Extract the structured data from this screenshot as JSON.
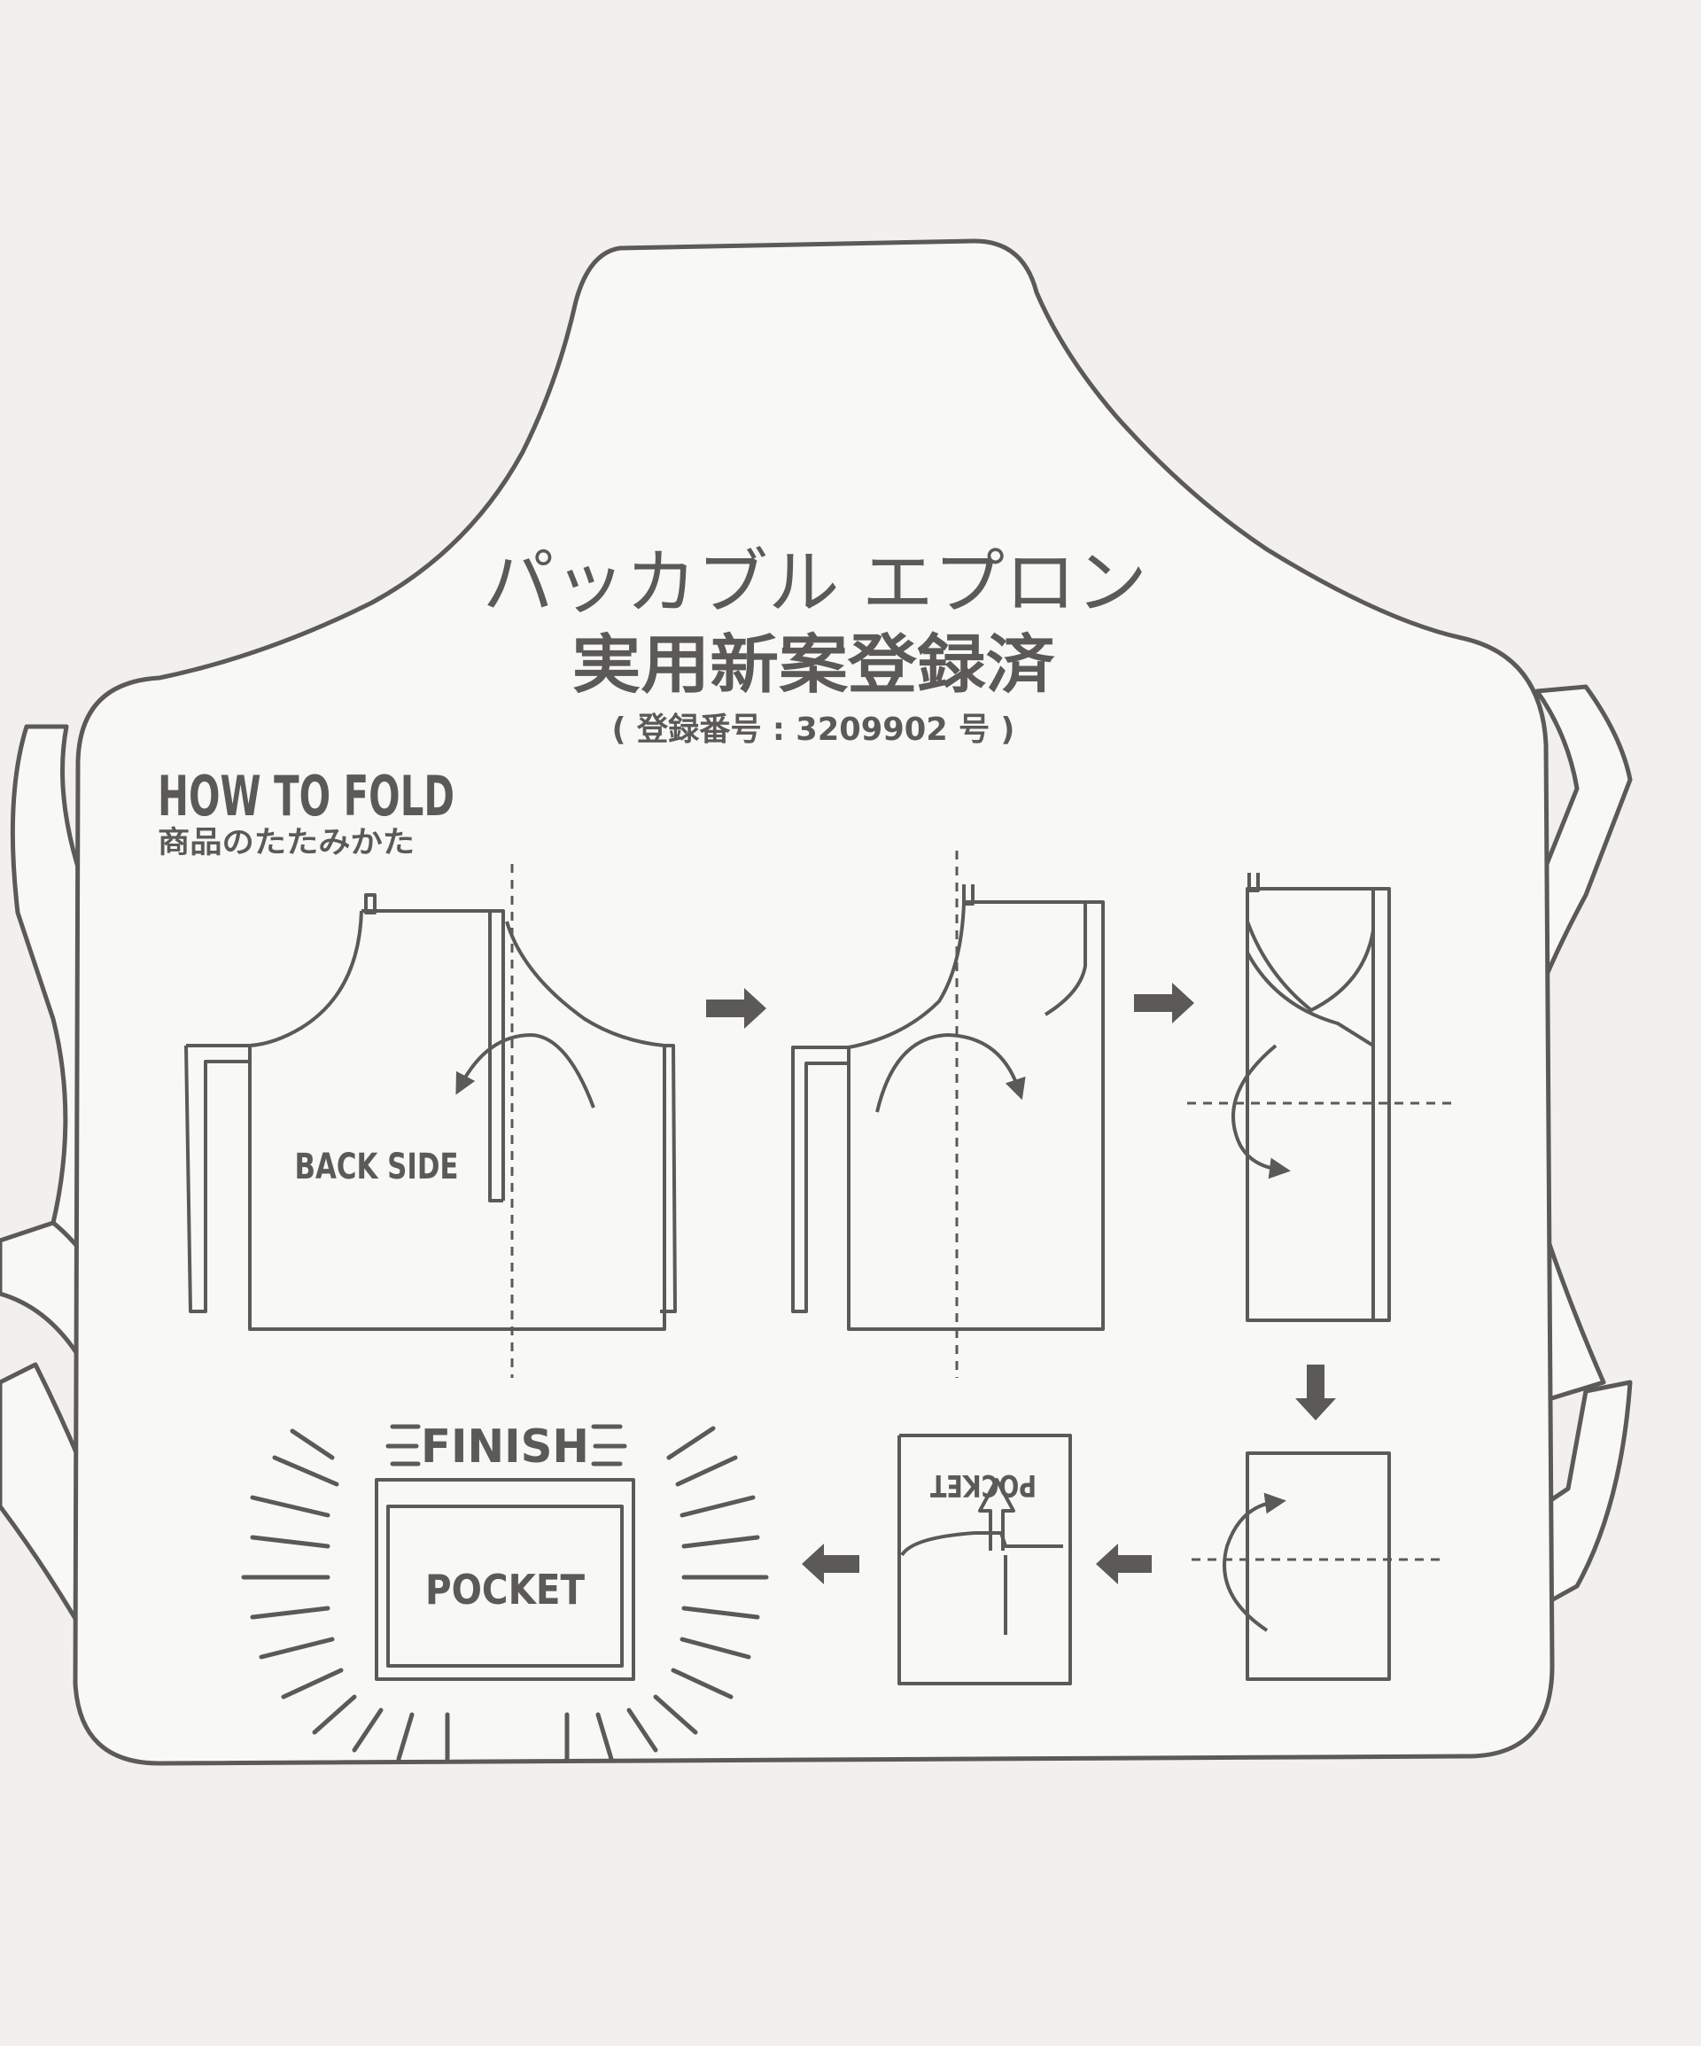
{
  "title": {
    "product_name": "パッカブル エプロン",
    "registered": "実用新案登録済",
    "registration_number": "( 登録番号 : 3209902 号 )"
  },
  "how_to_fold": {
    "heading": "HOW TO FOLD",
    "subheading": "商品のたたみかた"
  },
  "steps": {
    "back_side_label": "BACK SIDE",
    "pocket_label_upside_down": "POCKET",
    "finish_label": "FINISH",
    "finish_pocket_label": "POCKET"
  },
  "colors": {
    "line": "#5b5a58",
    "background": "#f1f0ee",
    "apron": "#f8f8f6"
  }
}
